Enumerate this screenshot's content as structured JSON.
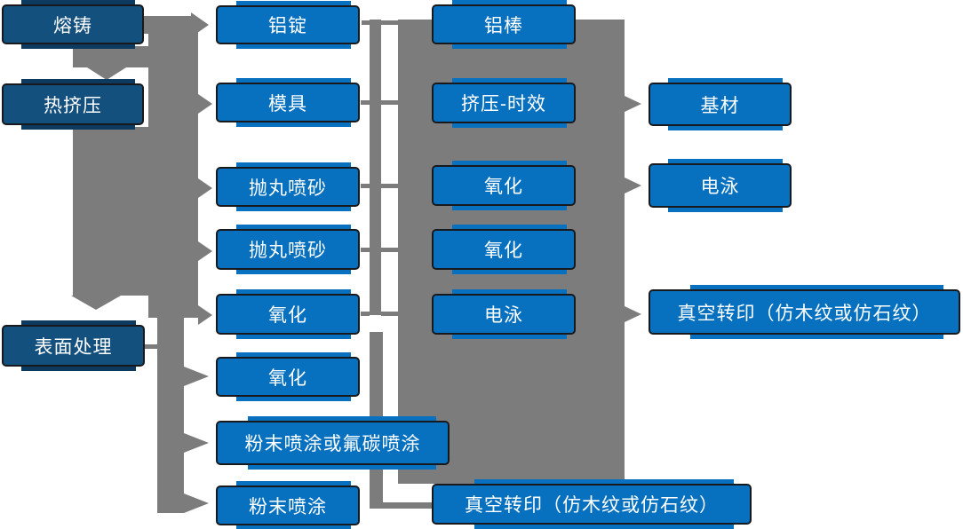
{
  "diagram_type": "process-flowchart",
  "colors": {
    "node_blue": "#0771C0",
    "node_navy": "#14507E",
    "connector_gray": "#7C7C7C",
    "node_border": "#17191c",
    "text": "#FFFFFF",
    "background": "#FFFFFF"
  },
  "flowchart": {
    "stage_column": [
      "熔铸",
      "热挤压",
      "表面处理"
    ],
    "column2": [
      "铝锭",
      "模具",
      "抛丸喷砂",
      "抛丸喷砂",
      "氧化",
      "氧化",
      "粉末喷涂或氟碳喷涂",
      "粉末喷涂"
    ],
    "column3": [
      "铝棒",
      "挤压-时效",
      "氧化",
      "氧化",
      "电泳",
      "真空转印（仿木纹或仿石纹）"
    ],
    "column4": [
      "基材",
      "电泳",
      "真空转印（仿木纹或仿石纹）"
    ]
  }
}
